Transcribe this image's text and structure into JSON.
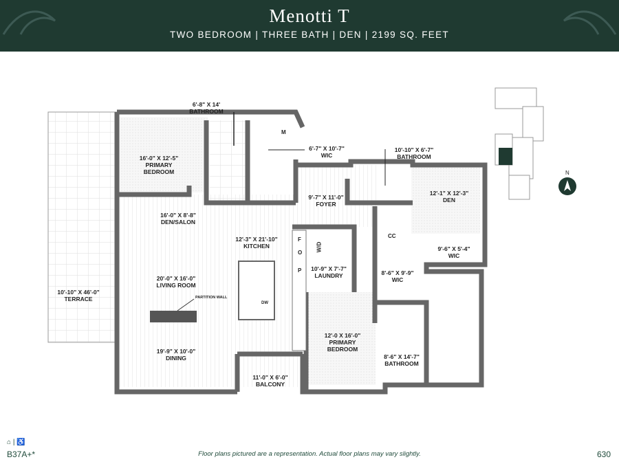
{
  "header": {
    "title": "Menotti T",
    "subtitle": "TWO BEDROOM | THREE BATH | DEN | 2199 SQ. FEET"
  },
  "rooms": [
    {
      "dim": "6'-8\" X 14'",
      "name": "BATHROOM"
    },
    {
      "dim": "16'-0\" X 12'-5\"",
      "name": "PRIMARY",
      "name2": "BEDROOM"
    },
    {
      "dim": "6'-7\" X 10'-7\"",
      "name": "WIC"
    },
    {
      "dim": "10'-10\" X 6'-7\"",
      "name": "BATHROOM"
    },
    {
      "dim": "12'-1\" X 12'-3\"",
      "name": "DEN"
    },
    {
      "dim": "9'-7\" X 11'-0\"",
      "name": "FOYER"
    },
    {
      "dim": "16'-0\" X 8'-8\"",
      "name": "DEN/SALON"
    },
    {
      "dim": "12'-3\" X 21'-10\"",
      "name": "KITCHEN"
    },
    {
      "dim": "9'-6\" X 5'-4\"",
      "name": "WIC"
    },
    {
      "dim": "10'-9\" X 7'-7\"",
      "name": "LAUNDRY"
    },
    {
      "dim": "8'-6\" X 9'-9\"",
      "name": "WIC"
    },
    {
      "dim": "20'-0\" X 16'-0\"",
      "name": "LIVING ROOM"
    },
    {
      "dim": "10'-10\" X 46'-0\"",
      "name": "TERRACE"
    },
    {
      "dim": "12'-0 X 16'-0\"",
      "name": "PRIMARY",
      "name2": "BEDROOM"
    },
    {
      "dim": "8'-6\" X 14'-7\"",
      "name": "BATHROOM"
    },
    {
      "dim": "19'-9\" X 10'-0\"",
      "name": "DINING"
    },
    {
      "dim": "11'-0\" X 6'-0\"",
      "name": "BALCONY"
    }
  ],
  "fixtures": {
    "cc": "CC",
    "wd": "W/D",
    "f": "F",
    "o": "O",
    "p": "P",
    "dw": "DW",
    "m": "M",
    "partition": "PARTITION WALL"
  },
  "keyplan": {
    "north": "N"
  },
  "footer": {
    "unit": "B37A+*",
    "disclaimer": "Floor plans pictured are a representation. Actual floor plans may vary slightly.",
    "page": "630"
  }
}
